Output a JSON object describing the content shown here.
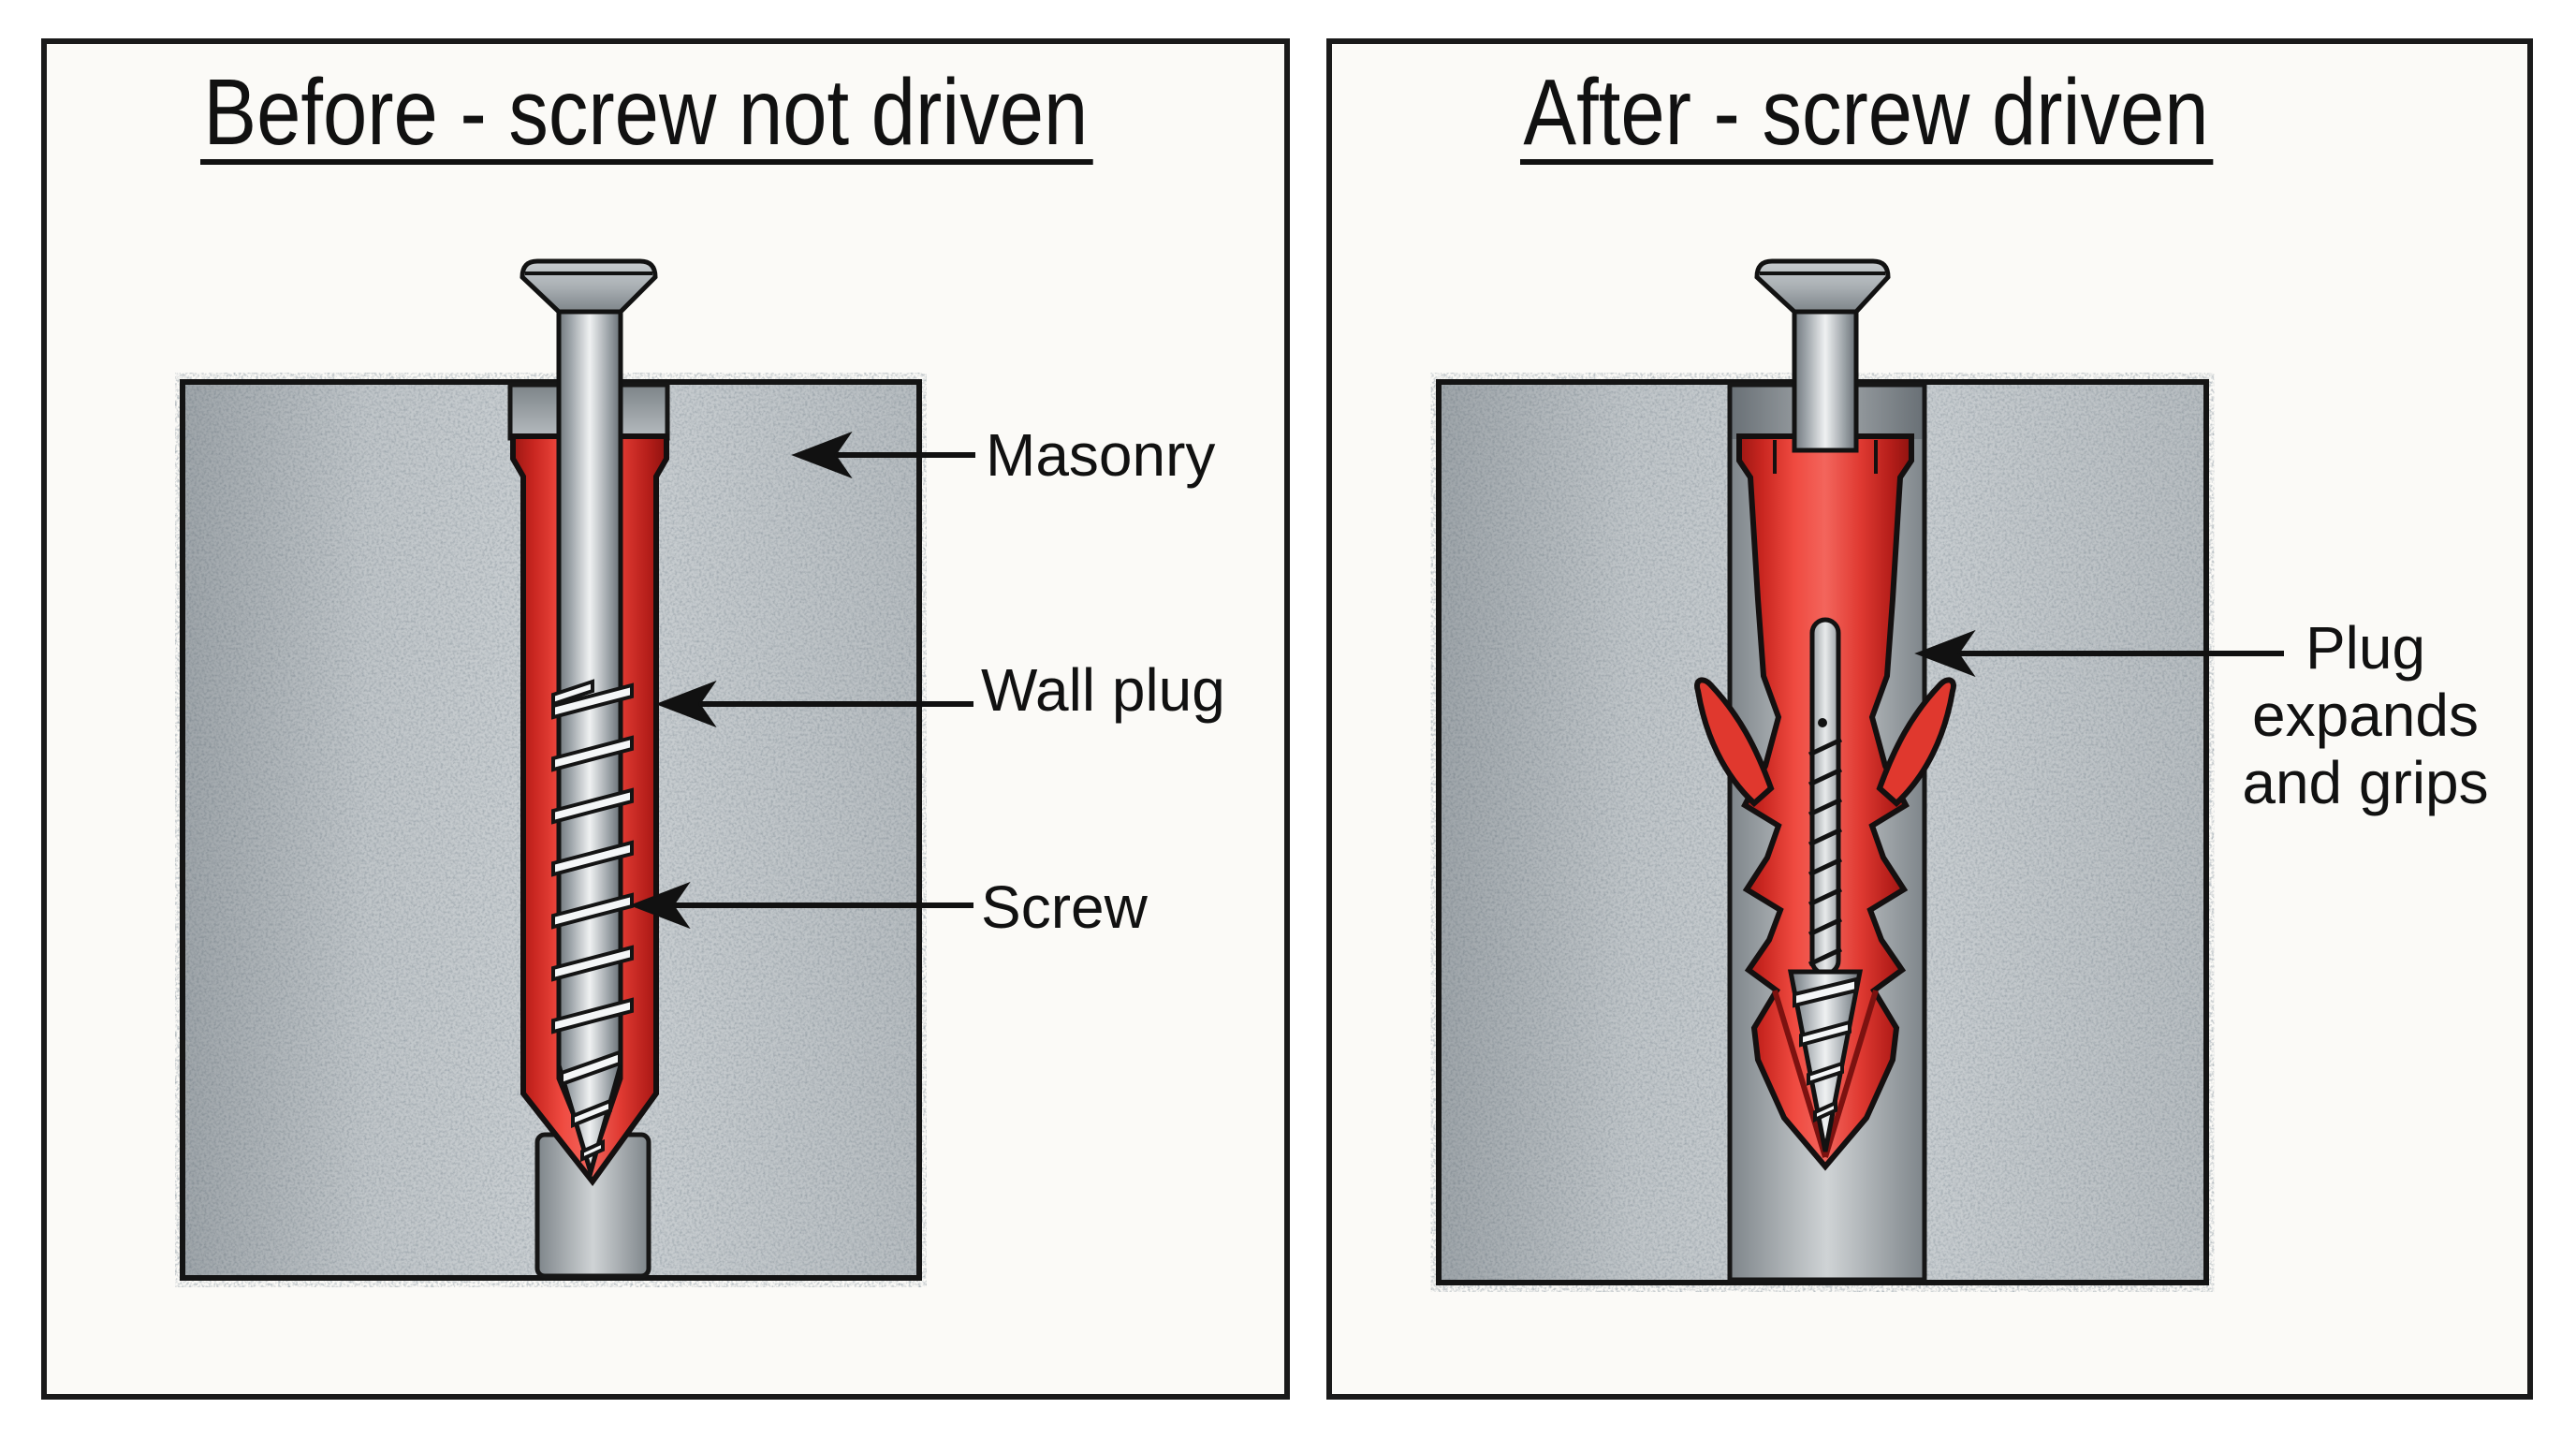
{
  "panels": {
    "before": {
      "title": "Before - screw not driven",
      "labels": {
        "masonry": "Masonry",
        "wall_plug": "Wall plug",
        "screw": "Screw"
      }
    },
    "after": {
      "title": "After - screw driven",
      "expand_label_lines": [
        "Plug",
        "expands",
        "and grips"
      ]
    }
  },
  "colors": {
    "text": "#111111",
    "panel_border": "#1a1a1a",
    "plug_red": "#e03a32",
    "plug_red_dark": "#8f1310",
    "masonry_gray": "#ccd1d4",
    "steel_light": "#eff1f2",
    "steel_dark": "#70777d",
    "arrow_black": "#111111"
  }
}
